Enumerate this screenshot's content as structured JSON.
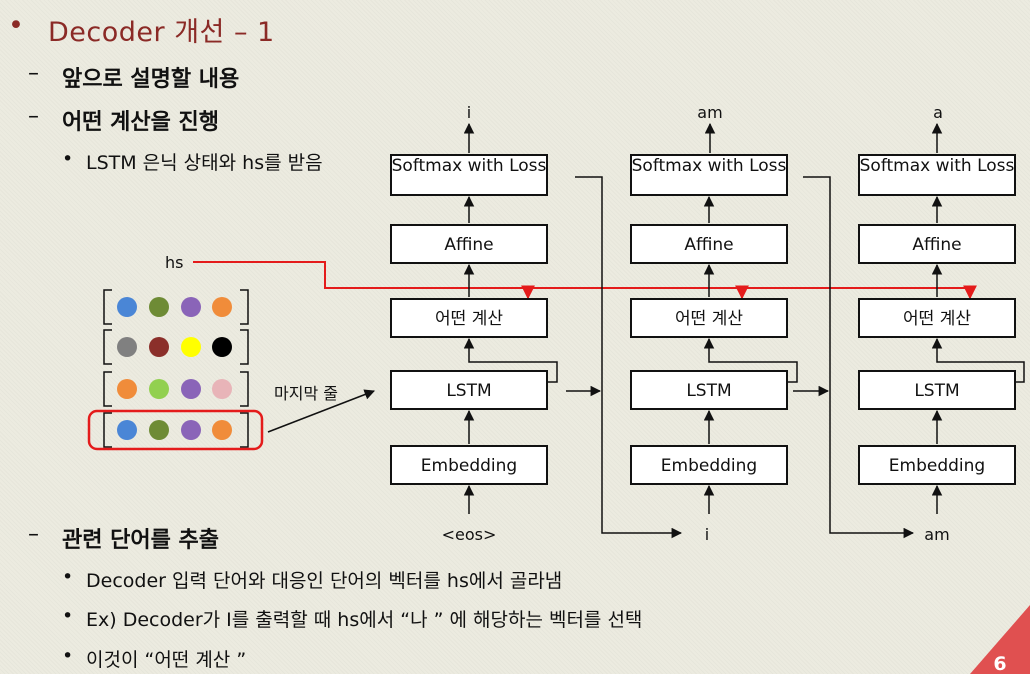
{
  "slide": {
    "title": "Decoder 개선 – 1",
    "bullets": {
      "b1": "앞으로 설명할 내용",
      "b2": "어떤 계산을 진행",
      "b2_sub": "LSTM 은닉 상태와 hs를 받음",
      "b3": "관련 단어를 추출",
      "b3_sub1": "Decoder 입력 단어와 대응인 단어의 벡터를 hs에서 골라냄",
      "b3_sub2": "Ex) Decoder가 I를 출력할 때 hs에서 “나 ” 에 해당하는 벡터를 선택",
      "b3_sub3": "이것이 “어떤 계산 ”"
    },
    "page_number": "6"
  },
  "diagram": {
    "hs_label": "hs",
    "last_row_label": "마지막 줄",
    "columns": [
      {
        "output": "i",
        "input": "<eos>",
        "softmax": "Softmax with Loss",
        "affine": "Affine",
        "calc": "어떤 계산",
        "lstm": "LSTM",
        "embedding": "Embedding"
      },
      {
        "output": "am",
        "input": "i",
        "softmax": "Softmax with Loss",
        "affine": "Affine",
        "calc": "어떤 계산",
        "lstm": "LSTM",
        "embedding": "Embedding"
      },
      {
        "output": "a",
        "input": "am",
        "softmax": "Softmax with Loss",
        "affine": "Affine",
        "calc": "어떤 계산",
        "lstm": "LSTM",
        "embedding": "Embedding"
      }
    ],
    "hs_matrix_colors": [
      [
        "#4a86d6",
        "#6e8b35",
        "#8a64b8",
        "#f08c3a"
      ],
      [
        "#808080",
        "#8b2f2a",
        "#ffff00",
        "#000000"
      ],
      [
        "#f08c3a",
        "#92d050",
        "#8a64b8",
        "#e8b4b8"
      ],
      [
        "#4a86d6",
        "#6e8b35",
        "#8a64b8",
        "#f08c3a"
      ]
    ],
    "accent_color": "#e41b1b"
  }
}
